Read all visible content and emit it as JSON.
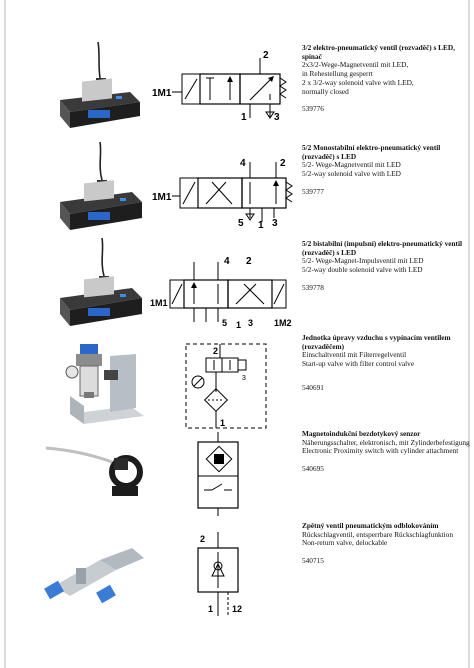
{
  "items": [
    {
      "title": "3/2 elektro-pneumatický ventil (rozvaděč) s LED, spínač",
      "lines": [
        "2x3/2-Wege-Magnetventil mit LED,",
        "in Rehestellung gesperrt",
        "2 x 3/2-way solenoid valve with LED,",
        "normally closed"
      ],
      "code": "539776",
      "symbol_labels": [
        "1M1",
        "2",
        "1",
        "3"
      ]
    },
    {
      "title": "5/2 Monostabilní elektro-pneumatický ventil (rozvaděč) s LED",
      "lines": [
        "5/2- Wege-Magnetventil mit LED",
        "5/2-way solenoid valve with LED"
      ],
      "code": "539777",
      "symbol_labels": [
        "1M1",
        "4",
        "2",
        "5",
        "1",
        "3"
      ]
    },
    {
      "title": "5/2 bistabilní (impulsní) elektro-pneumatický ventil (rozvaděč) s LED",
      "lines": [
        "5/2- Wege-Magnet-Impulsventil mit LED",
        "5/2-way double solenoid valve with LED"
      ],
      "code": "539778",
      "symbol_labels": [
        "1M1",
        "1M2",
        "4",
        "2",
        "5",
        "1",
        "3"
      ]
    },
    {
      "title": "Jednotka úpravy vzduchu s vypínacím ventilem (rozvaděčem)",
      "lines": [
        "Einschaltventil mit Filterregelventil",
        "Start-up valve with filter control valve"
      ],
      "code": "540691",
      "symbol_labels": [
        "2",
        "1",
        "3"
      ]
    },
    {
      "title": "Magnetoindukční bezdotykový senzor",
      "lines": [
        "Näherungsschalter, elektronisch, mit Zylinderbefestigung",
        "Electronic Proximity switch with cylinder attachment"
      ],
      "code": "540695",
      "symbol_labels": []
    },
    {
      "title": "Zpětný ventil pneumatickým odblokováním",
      "lines": [
        "Rückschlagventil, entsperrbare Rückschlagfunktion",
        "Non-return valve, delockable"
      ],
      "code": "540715",
      "symbol_labels": [
        "2",
        "1",
        "12"
      ]
    }
  ]
}
